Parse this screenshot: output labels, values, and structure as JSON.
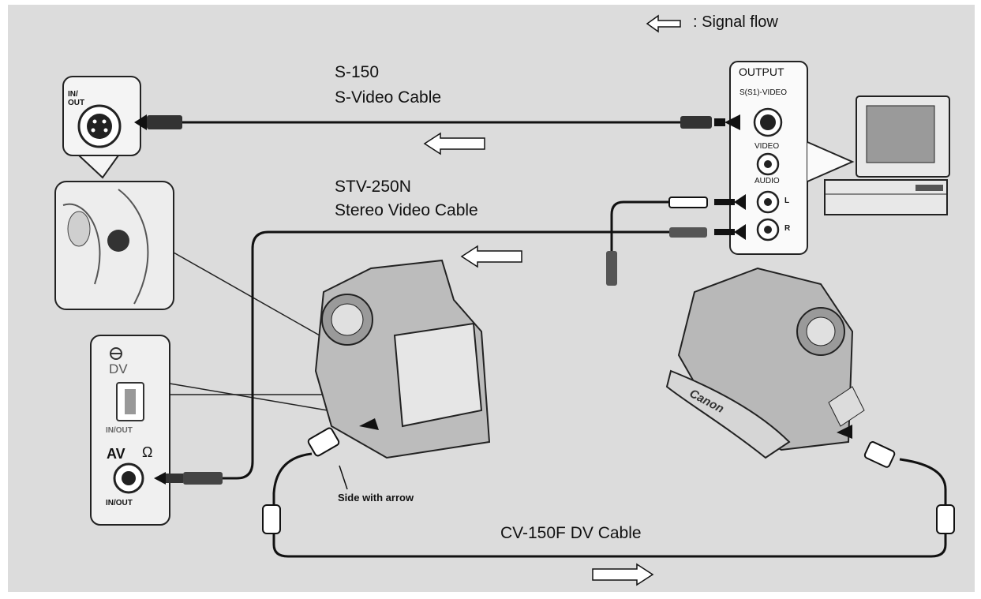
{
  "legend": {
    "text": ": Signal flow",
    "icon": "hollow-arrow-left-icon"
  },
  "cables": {
    "s_video": {
      "model": "S-150",
      "name": "S-Video Cable"
    },
    "stereo": {
      "model": "STV-250N",
      "name": "Stereo Video Cable"
    },
    "dv": {
      "label": "CV-150F DV Cable"
    }
  },
  "output_panel": {
    "title": "OUTPUT",
    "s_video_label": "S(S1)-VIDEO",
    "video_label": "VIDEO",
    "audio_label": "AUDIO",
    "left_label": "L",
    "right_label": "R"
  },
  "camcorder_jacks": {
    "svideo_in_out": "IN/\nOUT",
    "dv_label": "DV",
    "dv_in_out": "IN/OUT",
    "av_label": "AV",
    "av_in_out": "IN/OUT",
    "headphone_symbol": "Ω"
  },
  "annotations": {
    "side_with_arrow": "Side with arrow",
    "brand": "Canon"
  },
  "colors": {
    "background": "#dcdcdc",
    "ink": "#111111",
    "arrow_fill": "#ffffff"
  }
}
